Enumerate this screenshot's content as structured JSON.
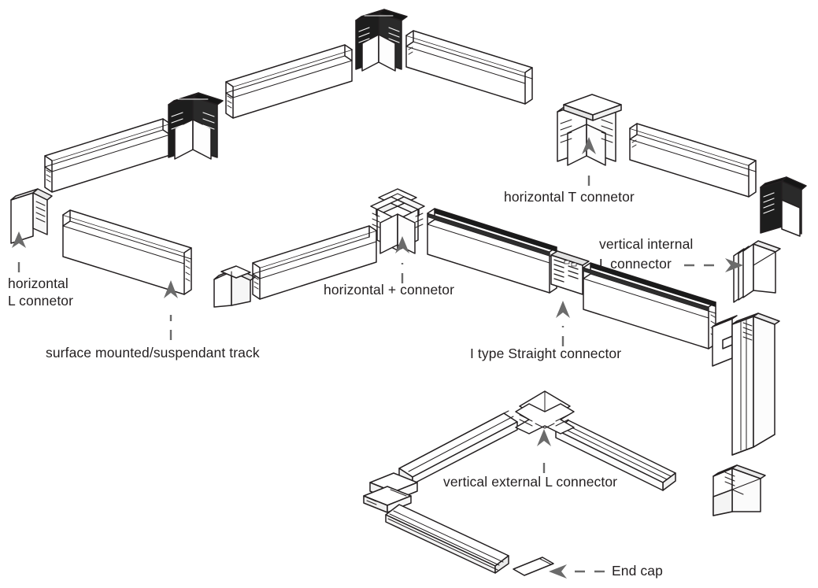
{
  "diagram": {
    "title": "Magnetic track system exploded assembly diagram",
    "background_color": "#ffffff",
    "line_color": "#231f20",
    "fill_light": "#ffffff",
    "fill_dark": "#1a1a1a",
    "fill_shade": "#e9e9e9"
  },
  "labels": {
    "horizontal_l": "horizontal\nL connetor",
    "horizontal_l_line1": "horizontal",
    "horizontal_l_line2": "L connetor",
    "surface_track": "surface mounted/suspendant track",
    "horizontal_plus": "horizontal + connetor",
    "horizontal_t": "horizontal T connetor",
    "vertical_internal_l_line1": "vertical internal",
    "vertical_internal_l_line2": "L connector",
    "i_type_straight": "I type Straight connector",
    "vertical_external_l": "vertical external L connector",
    "end_cap": "End cap"
  },
  "parts": [
    {
      "id": "horizontal-l-connector",
      "label": "horizontal L connetor",
      "count": 4,
      "style": "light-and-dark"
    },
    {
      "id": "surface-mounted-suspendant-track",
      "label": "surface mounted/suspendant track",
      "count": 9,
      "style": "light"
    },
    {
      "id": "horizontal-plus-connector",
      "label": "horizontal + connetor",
      "count": 1,
      "style": "light"
    },
    {
      "id": "horizontal-t-connector",
      "label": "horizontal T connetor",
      "count": 1,
      "style": "light"
    },
    {
      "id": "vertical-internal-l-connector",
      "label": "vertical internal L connector",
      "count": 1,
      "style": "light"
    },
    {
      "id": "i-type-straight-connector",
      "label": "I type Straight connector",
      "count": 1,
      "style": "light"
    },
    {
      "id": "vertical-external-l-connector",
      "label": "vertical external L connector",
      "count": 2,
      "style": "light"
    },
    {
      "id": "end-cap",
      "label": "End cap",
      "count": 1,
      "style": "light"
    }
  ],
  "callouts": [
    {
      "target": "horizontal-l-connector",
      "arrow": "up",
      "style": "dashed"
    },
    {
      "target": "surface-mounted-suspendant-track",
      "arrow": "up",
      "style": "dashed"
    },
    {
      "target": "horizontal-plus-connector",
      "arrow": "up",
      "style": "dashed"
    },
    {
      "target": "horizontal-t-connector",
      "arrow": "up",
      "style": "dashed"
    },
    {
      "target": "i-type-straight-connector",
      "arrow": "up",
      "style": "dashed"
    },
    {
      "target": "vertical-external-l-connector",
      "arrow": "up",
      "style": "dashed"
    },
    {
      "target": "vertical-internal-l-connector",
      "arrow": "right",
      "style": "dashed"
    },
    {
      "target": "end-cap",
      "arrow": "left",
      "style": "dashed"
    }
  ]
}
